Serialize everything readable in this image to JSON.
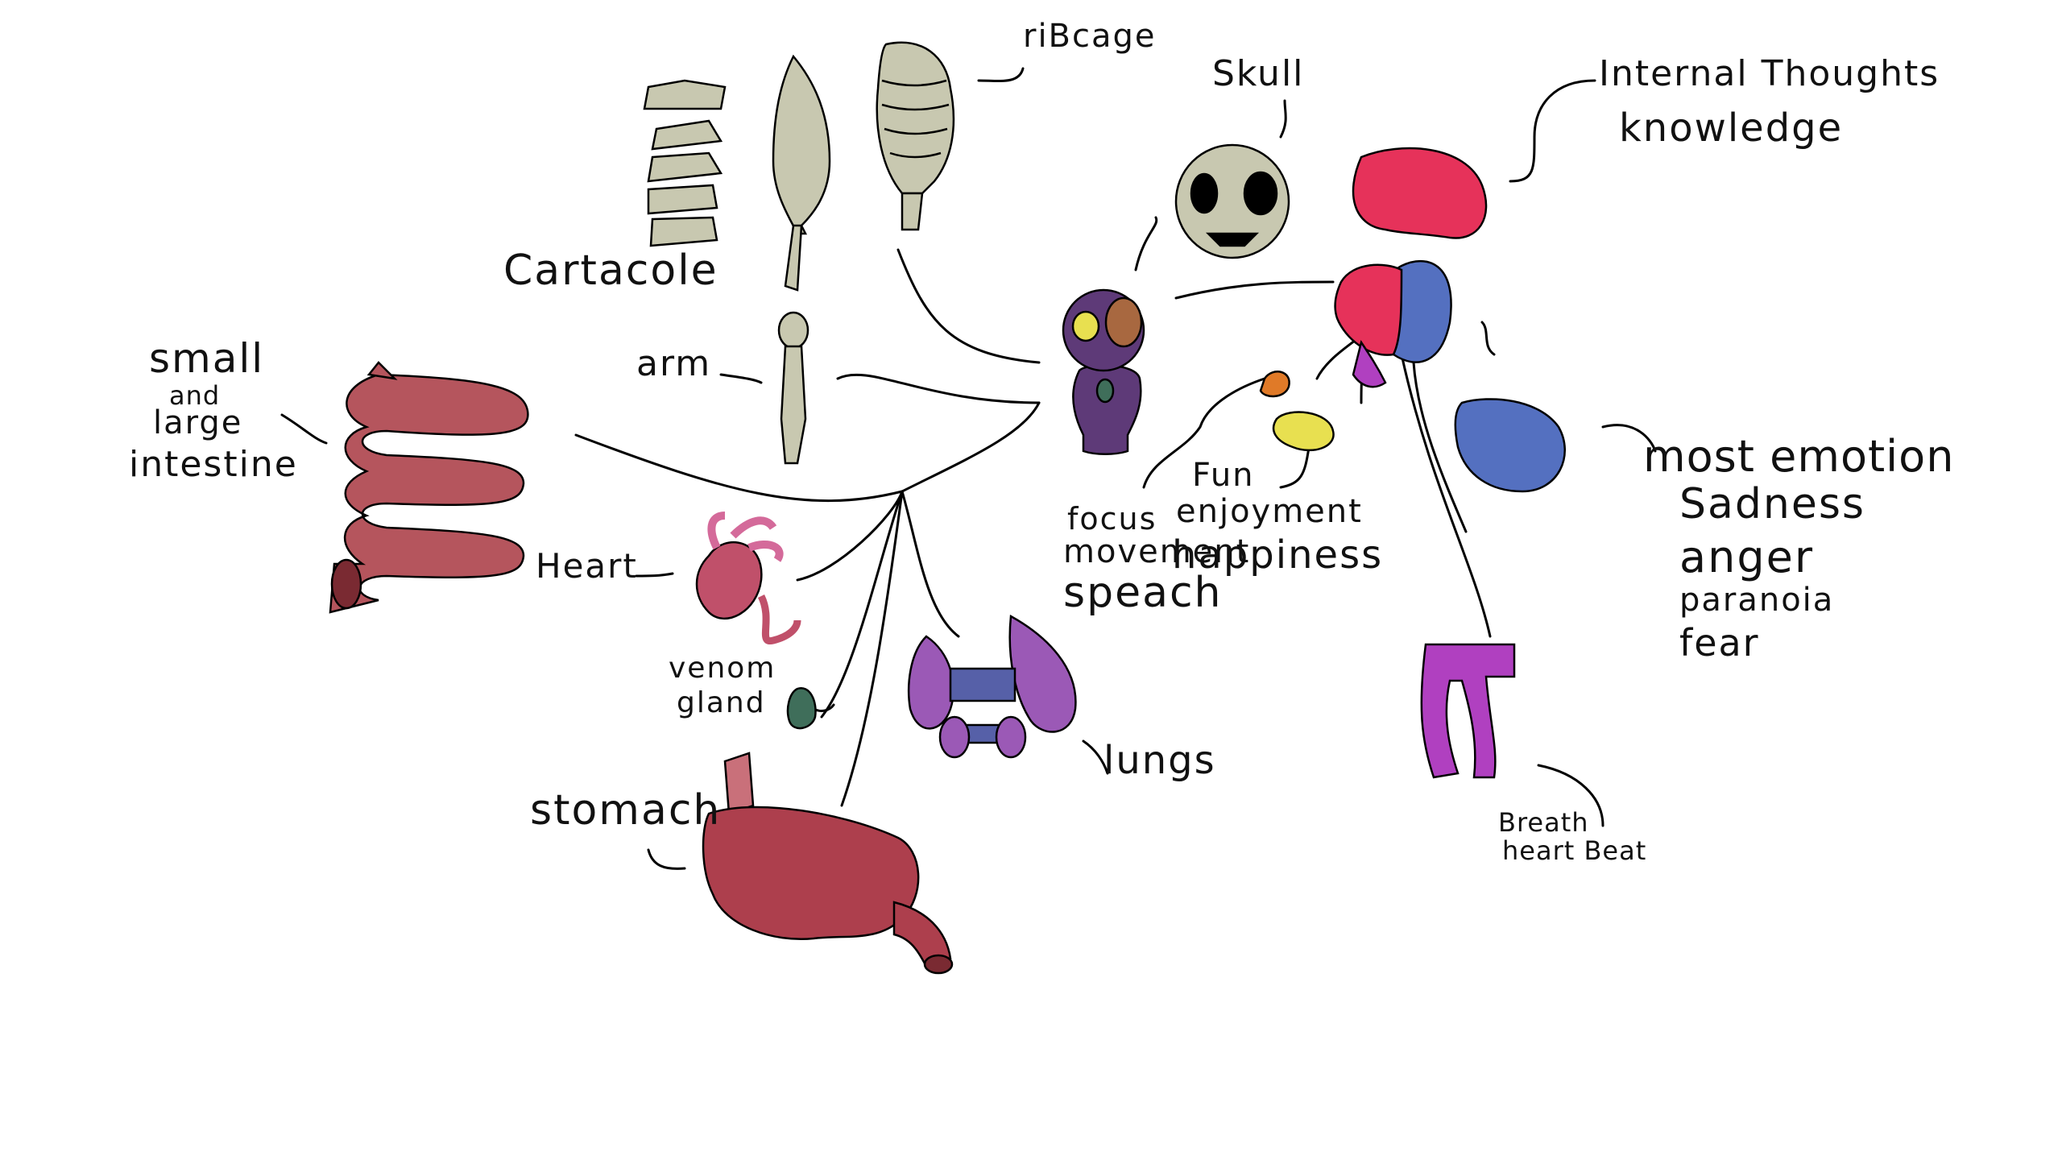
{
  "labels": {
    "ribcage": "riBcage",
    "skull": "Skull",
    "thoughts_line1": "Internal Thoughts",
    "thoughts_line2": "knowledge",
    "cartacole": "Cartacole",
    "arm": "arm",
    "intestine_1": "small",
    "intestine_2": "and",
    "intestine_3": "large",
    "intestine_4": "intestine",
    "heart": "Heart",
    "venom_1": "venom",
    "venom_2": "gland",
    "lungs": "lungs",
    "stomach": "stomach",
    "fun": "Fun",
    "focus": "focus",
    "enjoyment": "enjoyment",
    "movement": "movement",
    "happiness": "happiness",
    "speach": "speach",
    "emo_1": "most emotion",
    "emo_2": "Sadness",
    "emo_3": "anger",
    "emo_4": "paranoia",
    "emo_5": "fear",
    "breath_1": "Breath",
    "breath_2": "heart Beat"
  },
  "colors": {
    "bone": "#c8c8b0",
    "gut": "#b5555d",
    "gut_dark": "#7a2a32",
    "heart": "#c0506a",
    "venom": "#3f6e5a",
    "lungs": "#9b59b6",
    "lung_link": "#5660a8",
    "stomach": "#ad3f4d",
    "creature": "#5e3a78",
    "brain_red": "#e6325a",
    "brain_blue": "#5470c0",
    "brain_orange": "#e07a28",
    "brain_yellow": "#e8e050",
    "stem": "#b040c0"
  }
}
